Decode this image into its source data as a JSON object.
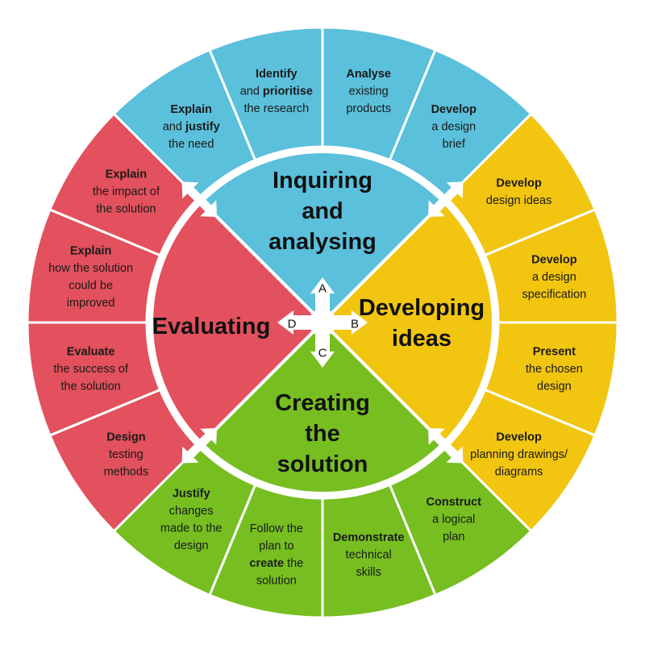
{
  "colors": {
    "inquiring": "#5BC0DB",
    "developing": "#F2C511",
    "creating": "#77BE21",
    "evaluating": "#E2515D",
    "divider": "#ffffff",
    "text": "#1a1a1a"
  },
  "quadrants": {
    "inquiring": {
      "lines": [
        "Inquiring",
        "and",
        "analysing"
      ]
    },
    "developing": {
      "lines": [
        "Developing",
        "ideas"
      ]
    },
    "creating": {
      "lines": [
        "Creating",
        "the",
        "solution"
      ]
    },
    "evaluating": {
      "lines": [
        "Evaluating"
      ]
    }
  },
  "center_labels": {
    "a": "A",
    "b": "B",
    "c": "C",
    "d": "D"
  },
  "segments": {
    "inquiring": [
      {
        "lines": [
          [
            [
              "Explain",
              true
            ]
          ],
          [
            [
              "and ",
              false
            ],
            [
              "justify",
              true
            ]
          ],
          [
            [
              "the need",
              false
            ]
          ]
        ]
      },
      {
        "lines": [
          [
            [
              "Identify",
              true
            ]
          ],
          [
            [
              "and ",
              false
            ],
            [
              "prioritise",
              true
            ]
          ],
          [
            [
              "the research",
              false
            ]
          ]
        ]
      },
      {
        "lines": [
          [
            [
              "Analyse",
              true
            ]
          ],
          [
            [
              "existing",
              false
            ]
          ],
          [
            [
              "products",
              false
            ]
          ]
        ]
      },
      {
        "lines": [
          [
            [
              "Develop",
              true
            ]
          ],
          [
            [
              "a design",
              false
            ]
          ],
          [
            [
              "brief",
              false
            ]
          ]
        ]
      }
    ],
    "developing": [
      {
        "lines": [
          [
            [
              "Develop",
              true
            ]
          ],
          [
            [
              "design ideas",
              false
            ]
          ]
        ]
      },
      {
        "lines": [
          [
            [
              "Develop",
              true
            ]
          ],
          [
            [
              "a design",
              false
            ]
          ],
          [
            [
              "specification",
              false
            ]
          ]
        ]
      },
      {
        "lines": [
          [
            [
              "Present",
              true
            ]
          ],
          [
            [
              "the chosen",
              false
            ]
          ],
          [
            [
              "design",
              false
            ]
          ]
        ]
      },
      {
        "lines": [
          [
            [
              "Develop",
              true
            ]
          ],
          [
            [
              "planning drawings/",
              false
            ]
          ],
          [
            [
              "diagrams",
              false
            ]
          ]
        ]
      }
    ],
    "creating": [
      {
        "lines": [
          [
            [
              "Construct",
              true
            ]
          ],
          [
            [
              "a logical",
              false
            ]
          ],
          [
            [
              "plan",
              false
            ]
          ]
        ]
      },
      {
        "lines": [
          [
            [
              "Demonstrate",
              true
            ]
          ],
          [
            [
              "technical",
              false
            ]
          ],
          [
            [
              "skills",
              false
            ]
          ]
        ]
      },
      {
        "lines": [
          [
            [
              "Follow the",
              false
            ]
          ],
          [
            [
              "plan to",
              false
            ]
          ],
          [
            [
              "create",
              true
            ],
            [
              " the",
              false
            ]
          ],
          [
            [
              "solution",
              false
            ]
          ]
        ]
      },
      {
        "lines": [
          [
            [
              "Justify",
              true
            ]
          ],
          [
            [
              "changes",
              false
            ]
          ],
          [
            [
              "made to the",
              false
            ]
          ],
          [
            [
              "design",
              false
            ]
          ]
        ]
      }
    ],
    "evaluating": [
      {
        "lines": [
          [
            [
              "Design",
              true
            ]
          ],
          [
            [
              "testing",
              false
            ]
          ],
          [
            [
              "methods",
              false
            ]
          ]
        ]
      },
      {
        "lines": [
          [
            [
              "Evaluate",
              true
            ]
          ],
          [
            [
              "the success of",
              false
            ]
          ],
          [
            [
              "the solution",
              false
            ]
          ]
        ]
      },
      {
        "lines": [
          [
            [
              "Explain",
              true
            ]
          ],
          [
            [
              "how the solution",
              false
            ]
          ],
          [
            [
              "could be",
              false
            ]
          ],
          [
            [
              "improved",
              false
            ]
          ]
        ]
      },
      {
        "lines": [
          [
            [
              "Explain",
              true
            ]
          ],
          [
            [
              "the impact of",
              false
            ]
          ],
          [
            [
              "the solution",
              false
            ]
          ]
        ]
      }
    ]
  }
}
